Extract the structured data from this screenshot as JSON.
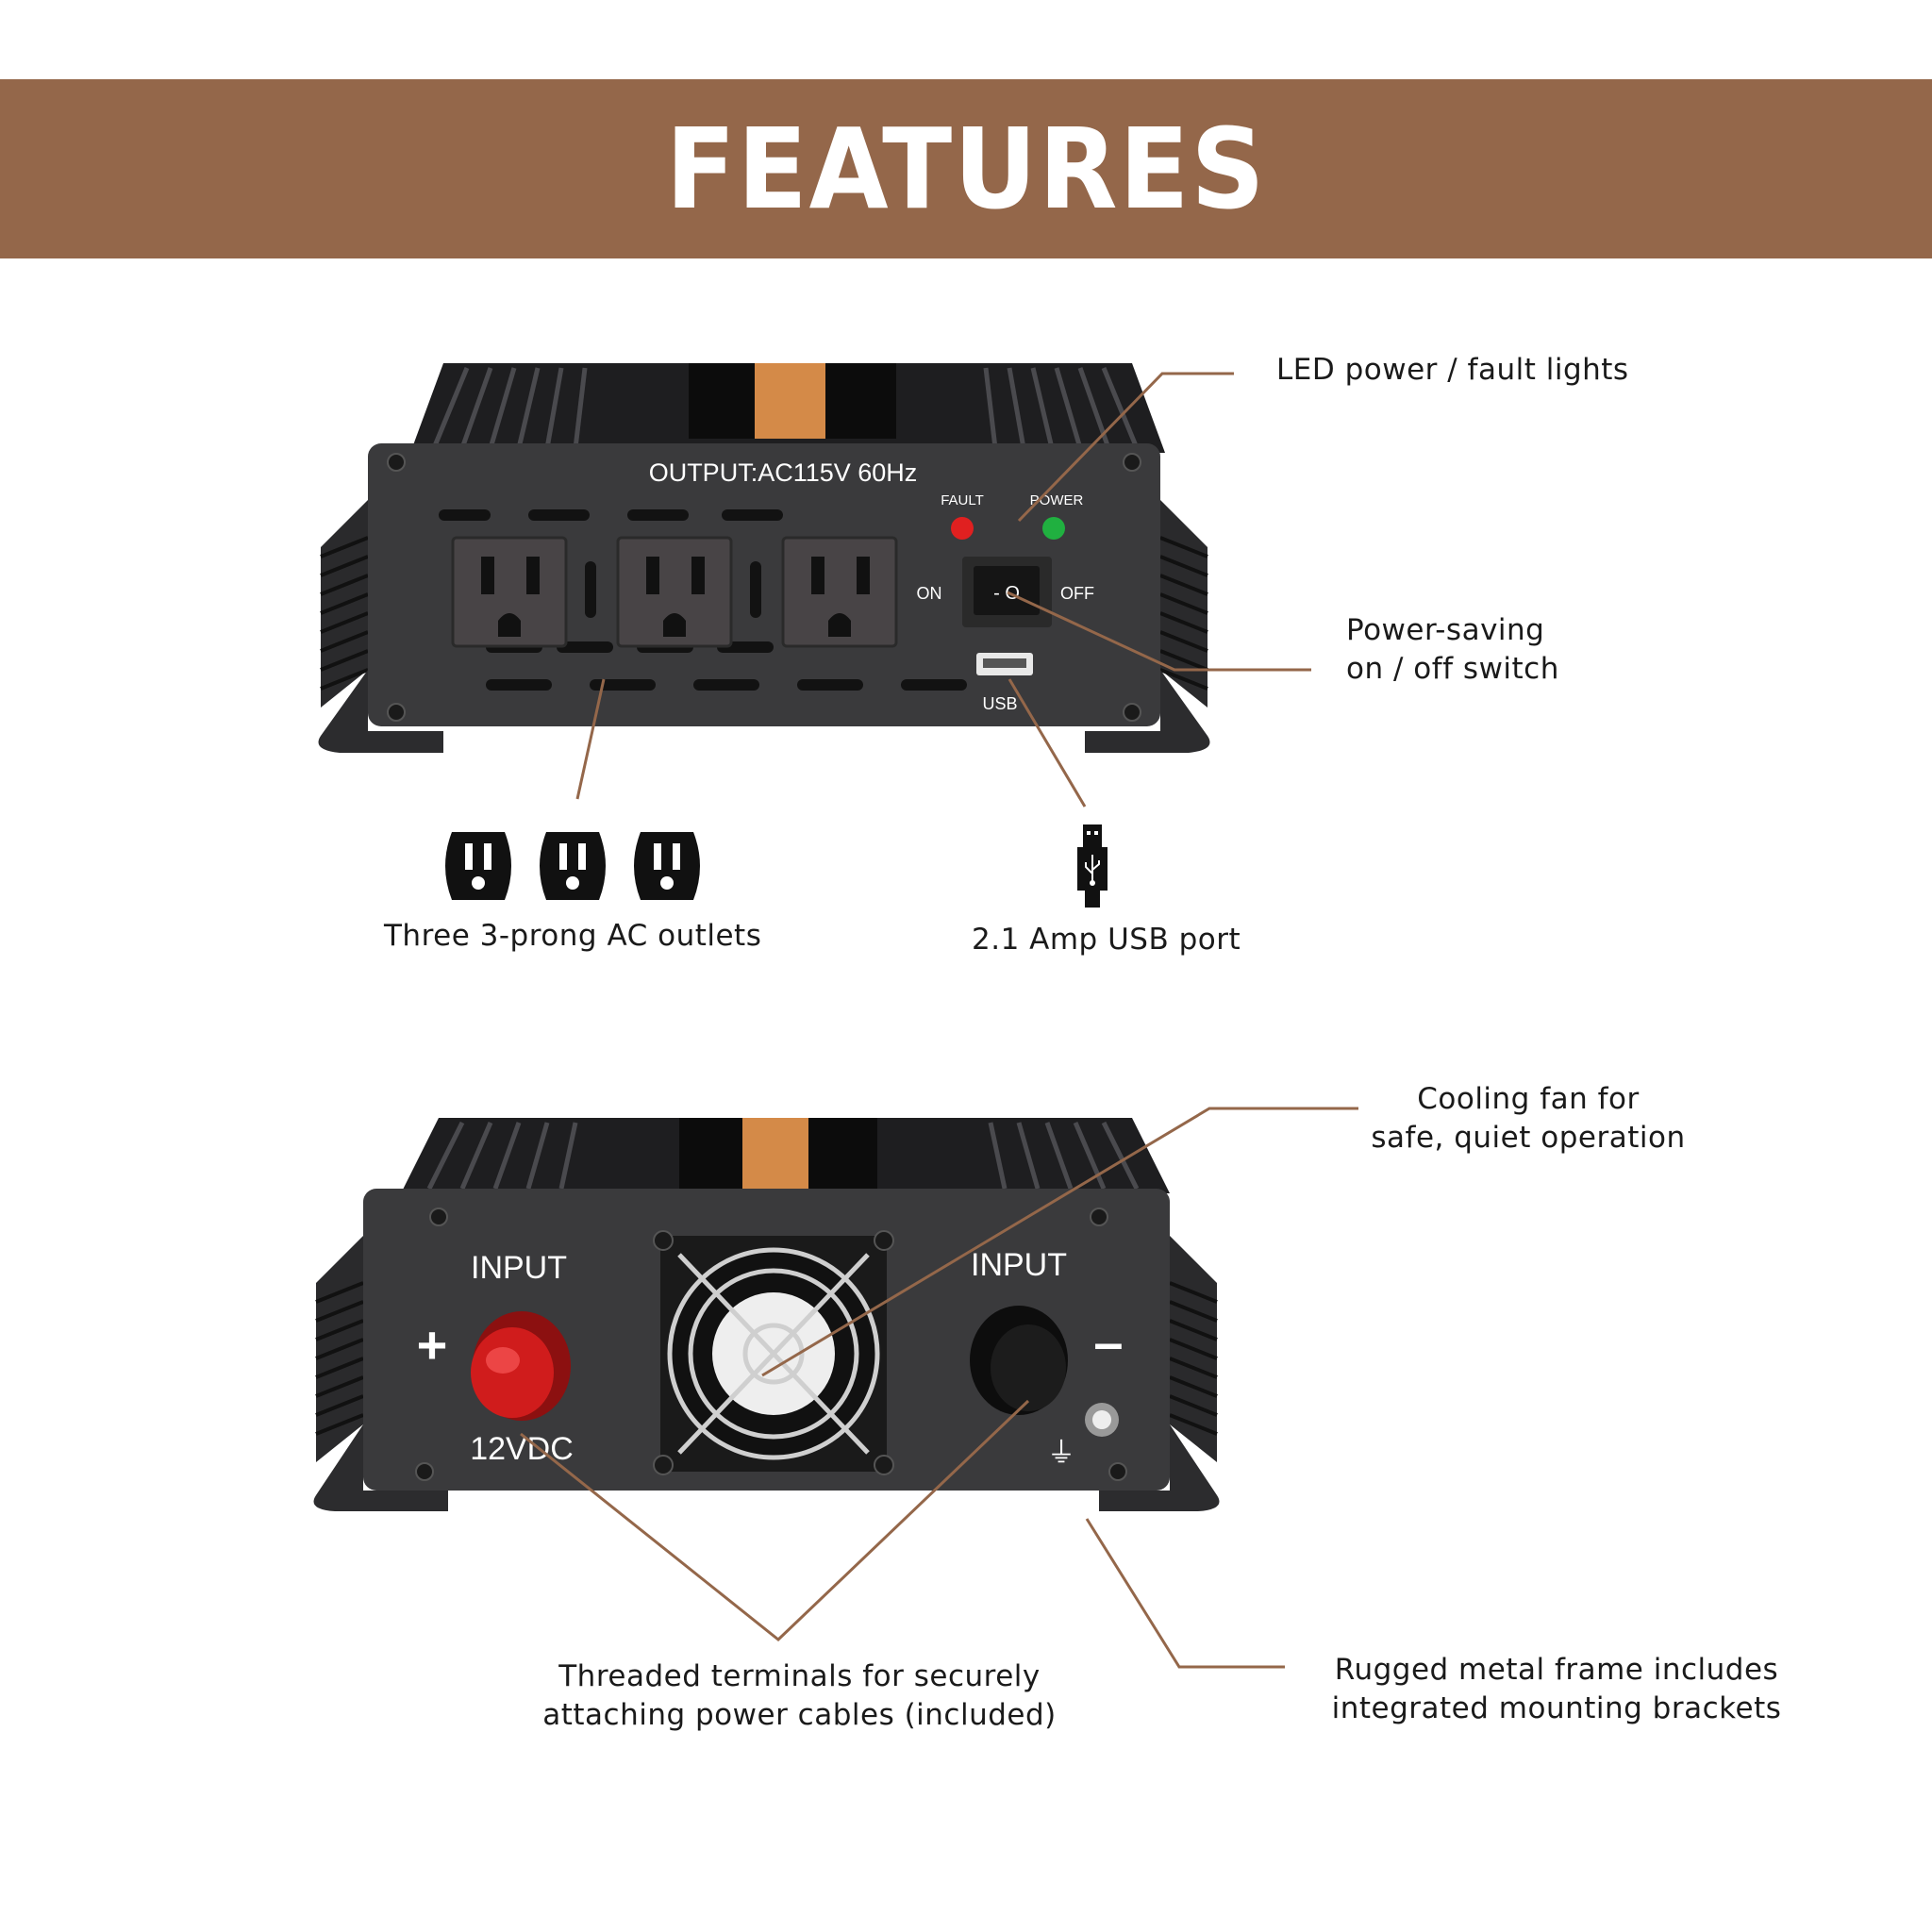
{
  "header": {
    "title": "FEATURES",
    "background_color": "#94674a"
  },
  "front_panel": {
    "output_label": "OUTPUT:AC115V 60Hz",
    "fault_label": "FAULT",
    "power_label": "POWER",
    "switch_on_label": "ON",
    "switch_off_label": "OFF",
    "switch_glyph": "- O",
    "usb_label": "USB",
    "outlet_count": 3
  },
  "rear_panel": {
    "input_left_label": "INPUT",
    "input_right_label": "INPUT",
    "plus_symbol": "+",
    "minus_symbol": "–",
    "voltage_label": "12VDC",
    "ground_symbol": "⏚"
  },
  "callouts": {
    "led": "LED power / fault lights",
    "switch_line1": "Power-saving",
    "switch_line2": "on / off switch",
    "outlets": "Three 3-prong AC outlets",
    "usb": "2.1 Amp USB port",
    "fan_line1": "Cooling fan for",
    "fan_line2": "safe, quiet operation",
    "terminals_line1": "Threaded terminals for securely",
    "terminals_line2": "attaching power cables (included)",
    "frame_line1": "Rugged metal frame includes",
    "frame_line2": "integrated mounting brackets"
  },
  "icons": {
    "outlet": "ac-outlet-icon",
    "usb": "usb-icon"
  },
  "colors": {
    "leader_line": "#94674a",
    "device_body": "#3a3a3c",
    "label_band": "#d48a48",
    "fault_led": "#e02020",
    "power_led": "#20b040",
    "positive_terminal": "#c81818"
  }
}
